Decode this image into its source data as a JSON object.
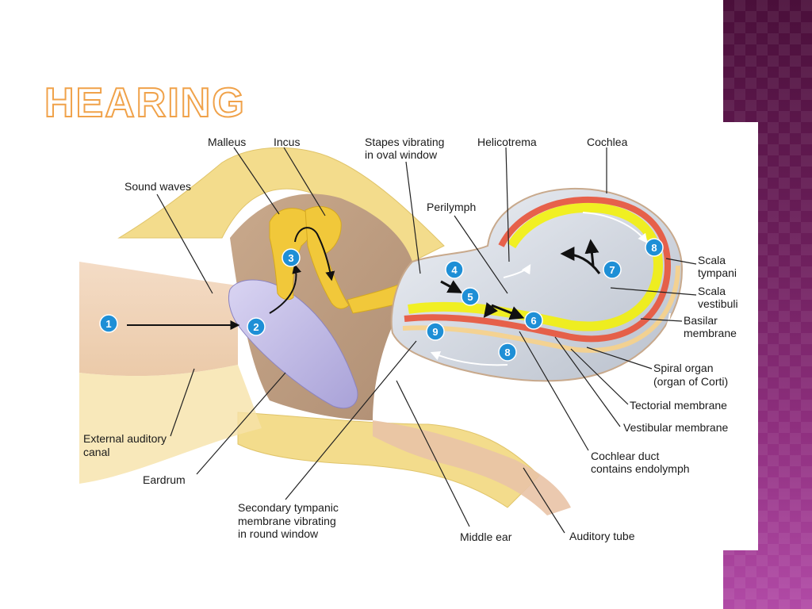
{
  "slide": {
    "title": "Hearing"
  },
  "colors": {
    "accent_title": "#f0a24a",
    "side_band": "#6b1e5a",
    "step_circle": "#1e8fd6"
  },
  "labels": {
    "malleus": "Malleus",
    "incus": "Incus",
    "stapes_1": "Stapes vibrating",
    "stapes_2": "in oval window",
    "helicotrema": "Helicotrema",
    "cochlea": "Cochlea",
    "sound_waves": "Sound waves",
    "perilymph": "Perilymph",
    "scala_tympani_1": "Scala",
    "scala_tympani_2": "tympani",
    "scala_vestibuli_1": "Scala",
    "scala_vestibuli_2": "vestibuli",
    "basilar_1": "Basilar",
    "basilar_2": "membrane",
    "spiral_1": "Spiral organ",
    "spiral_2": "(organ of Corti)",
    "tectorial": "Tectorial membrane",
    "vestibular": "Vestibular membrane",
    "cochlear_duct_1": "Cochlear duct",
    "cochlear_duct_2": "contains endolymph",
    "auditory_tube": "Auditory tube",
    "middle_ear": "Middle ear",
    "secondary_1": "Secondary tympanic",
    "secondary_2": "membrane vibrating",
    "secondary_3": "in round window",
    "eardrum": "Eardrum",
    "external_1": "External auditory",
    "external_2": "canal"
  },
  "steps": {
    "s1": "1",
    "s2": "2",
    "s3": "3",
    "s4": "4",
    "s5": "5",
    "s6": "6",
    "s7": "7",
    "s8a": "8",
    "s8b": "8",
    "s9": "9"
  }
}
